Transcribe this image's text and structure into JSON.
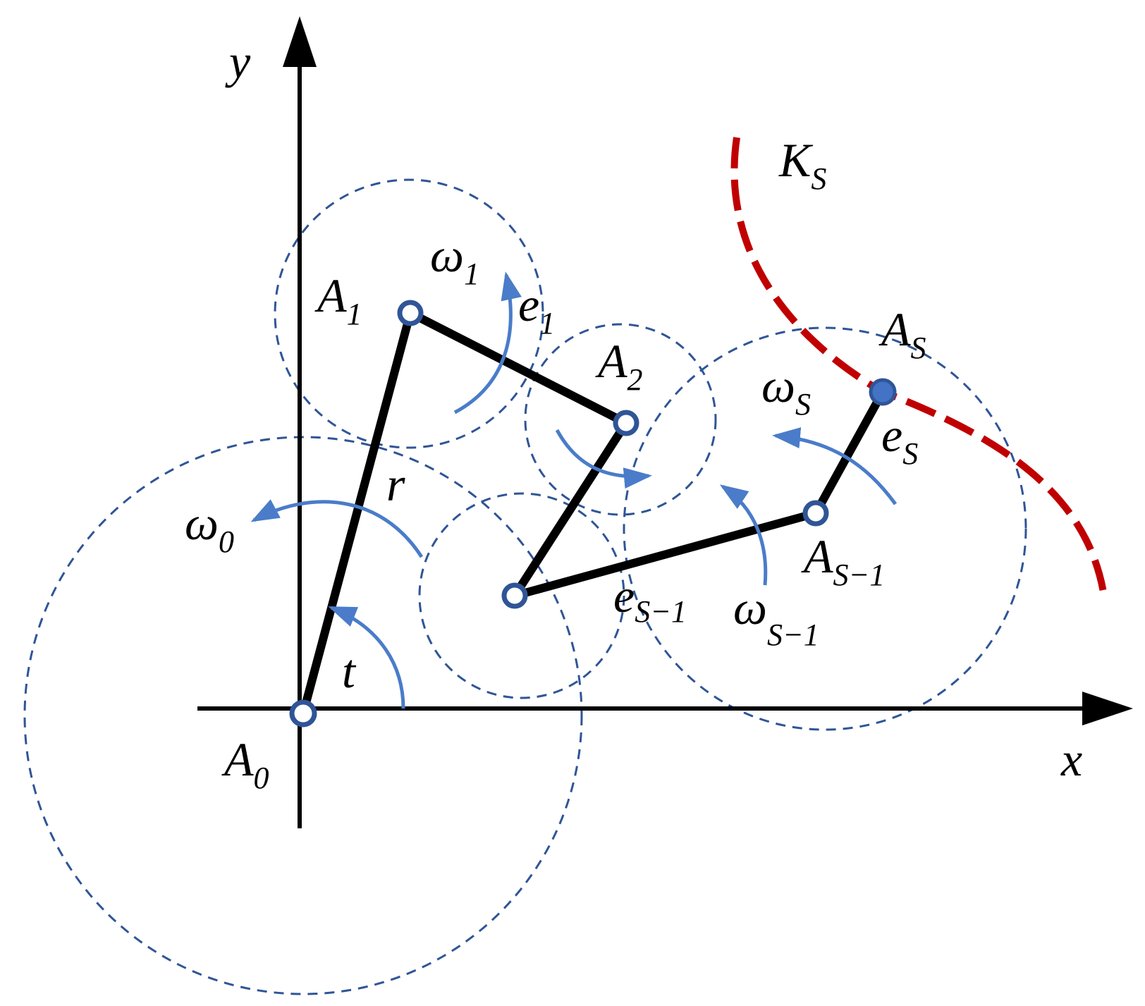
{
  "colors": {
    "axis": "#000000",
    "link": "#000000",
    "circle": "#2f5597",
    "arc": "#4a7cc9",
    "joint": "#2f5597",
    "curve": "#c00000"
  },
  "labels": {
    "y_axis": "y",
    "x_axis": "x",
    "ks": {
      "main": "K",
      "sub": "S"
    },
    "a0": {
      "main": "A",
      "sub": "0"
    },
    "a1": {
      "main": "A",
      "sub": "1"
    },
    "a2": {
      "main": "A",
      "sub": "2"
    },
    "as": {
      "main": "A",
      "sub": "S"
    },
    "as1": {
      "main": "A",
      "sub": "S−1"
    },
    "w0": {
      "main": "ω",
      "sub": "0"
    },
    "w1": {
      "main": "ω",
      "sub": "1"
    },
    "ws": {
      "main": "ω",
      "sub": "S"
    },
    "ws1": {
      "main": "ω",
      "sub": "S−1"
    },
    "e1": {
      "main": "e",
      "sub": "1"
    },
    "es": {
      "main": "e",
      "sub": "S"
    },
    "es1": {
      "main": "e",
      "sub": "S−1"
    },
    "r": "r",
    "t": "t"
  }
}
